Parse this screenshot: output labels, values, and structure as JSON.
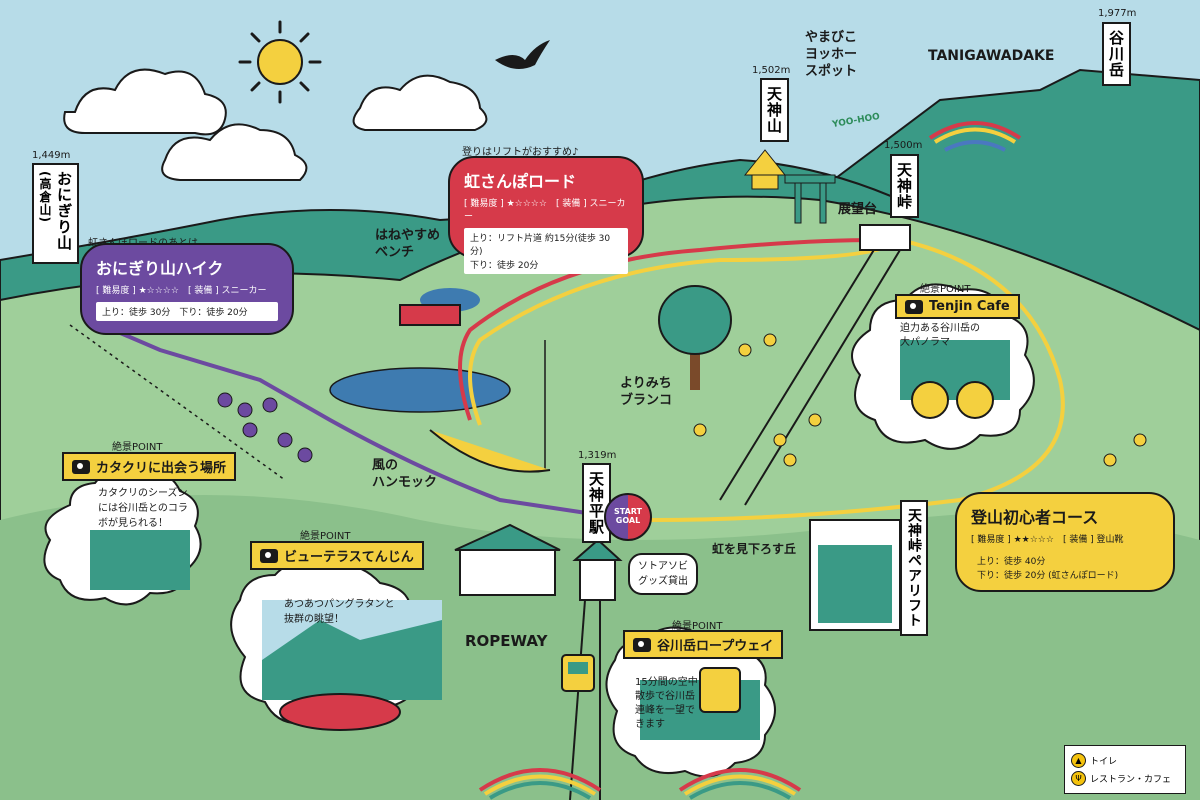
{
  "mountains": {
    "onigiri": {
      "elevation": "1,449m",
      "name": "おにぎり山",
      "alt": "(高倉山)"
    },
    "tenjinyama": {
      "elevation": "1,502m",
      "name": "天神山"
    },
    "tenjin_pass": {
      "elevation": "1,500m",
      "name": "天神峠"
    },
    "tanigawadake": {
      "elevation": "1,977m",
      "name": "谷川岳",
      "romaji": "TANIGAWADAKE"
    },
    "tenjindaira": {
      "elevation": "1,319m",
      "name": "天神平駅"
    }
  },
  "labels": {
    "yamabiko": "やまびこ\nヨッホー\nスポット",
    "yoohoo": "YOO-HOO",
    "observatory": "展望台",
    "bench": "はねやすめ\nベンチ",
    "swing": "よりみち\nブランコ",
    "hammock": "風の\nハンモック",
    "rainbow_hill": "虹を見下ろす丘",
    "ropeway": "ROPEWAY",
    "sotoasobi": "ソトアソビ\nグッズ貸出",
    "pair_lift": "天神峠ペアリフト",
    "lift_recommend": "登りはリフトがおすすめ♪",
    "after_rainbow": "虹さんぽロードのあとは…"
  },
  "courses": {
    "rainbow_road": {
      "title": "虹さんぽロード",
      "difficulty": "[ 難易度 ] ★☆☆☆☆　[ 装備 ] スニーカー",
      "up": "上り：リフト片道 約15分(徒歩 30分)",
      "down": "下り：徒歩 20分",
      "color": "#d63a4a"
    },
    "onigiri_hike": {
      "title": "おにぎり山ハイク",
      "difficulty": "[ 難易度 ] ★☆☆☆☆　[ 装備 ] スニーカー",
      "time": "上り：徒歩 30分　下り：徒歩 20分",
      "color": "#6c4aa0"
    },
    "beginner": {
      "title": "登山初心者コース",
      "difficulty": "[ 難易度 ] ★★☆☆☆　[ 装備 ] 登山靴",
      "up": "上り：徒歩 40分",
      "down": "下り：徒歩 20分 (虹さんぽロード)",
      "color": "#f4d03f"
    }
  },
  "spots": {
    "tag": "絶景POINT",
    "tenjin_cafe": {
      "name": "Tenjin Cafe",
      "desc": "迫力ある谷川岳の\n大パノラマ"
    },
    "katakuri": {
      "name": "カタクリに出会う場所",
      "desc": "カタクリのシーズン\nには谷川岳とのコラ\nボが見られる！"
    },
    "beauty_terrace": {
      "name": "ビューテラスてんじん",
      "desc": "あつあつパングラタンと\n抜群の眺望！"
    },
    "ropeway": {
      "name": "谷川岳ロープウェイ",
      "desc": "15分間の空中\n散歩で谷川岳\n連峰を一望で\nきます"
    }
  },
  "start_goal": {
    "start": "START",
    "goal": "GOAL"
  },
  "legend": {
    "toilet": "トイレ",
    "restaurant": "レストラン・カフェ"
  },
  "colors": {
    "sky": "#b7dce8",
    "grass": "#9fcf9a",
    "mountain": "#3a9a86",
    "red_route": "#d63a4a",
    "yellow_route": "#f4d03f",
    "purple_route": "#6c4aa0"
  }
}
